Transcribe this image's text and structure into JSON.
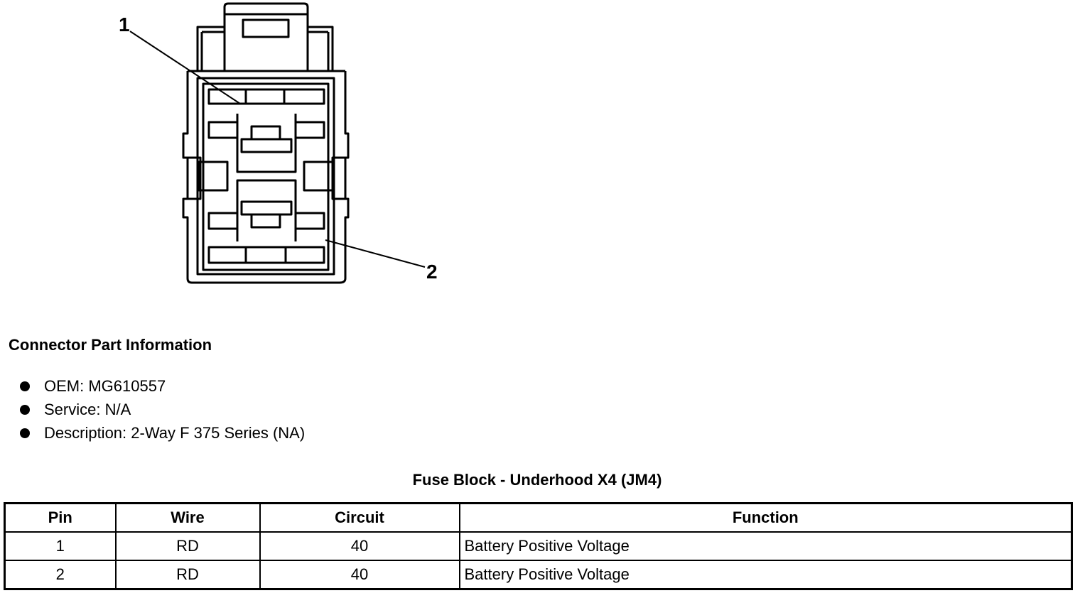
{
  "diagram": {
    "callouts": [
      {
        "label": "1"
      },
      {
        "label": "2"
      }
    ]
  },
  "connector_info": {
    "title": "Connector Part Information",
    "items": [
      {
        "text": "OEM: MG610557"
      },
      {
        "text": "Service: N/A"
      },
      {
        "text": "Description: 2-Way F 375 Series (NA)"
      }
    ]
  },
  "table": {
    "title": "Fuse Block - Underhood X4 (JM4)",
    "headers": [
      "Pin",
      "Wire",
      "Circuit",
      "Function"
    ],
    "rows": [
      {
        "pin": "1",
        "wire": "RD",
        "circuit": "40",
        "function": "Battery Positive Voltage"
      },
      {
        "pin": "2",
        "wire": "RD",
        "circuit": "40",
        "function": "Battery Positive Voltage"
      }
    ]
  }
}
